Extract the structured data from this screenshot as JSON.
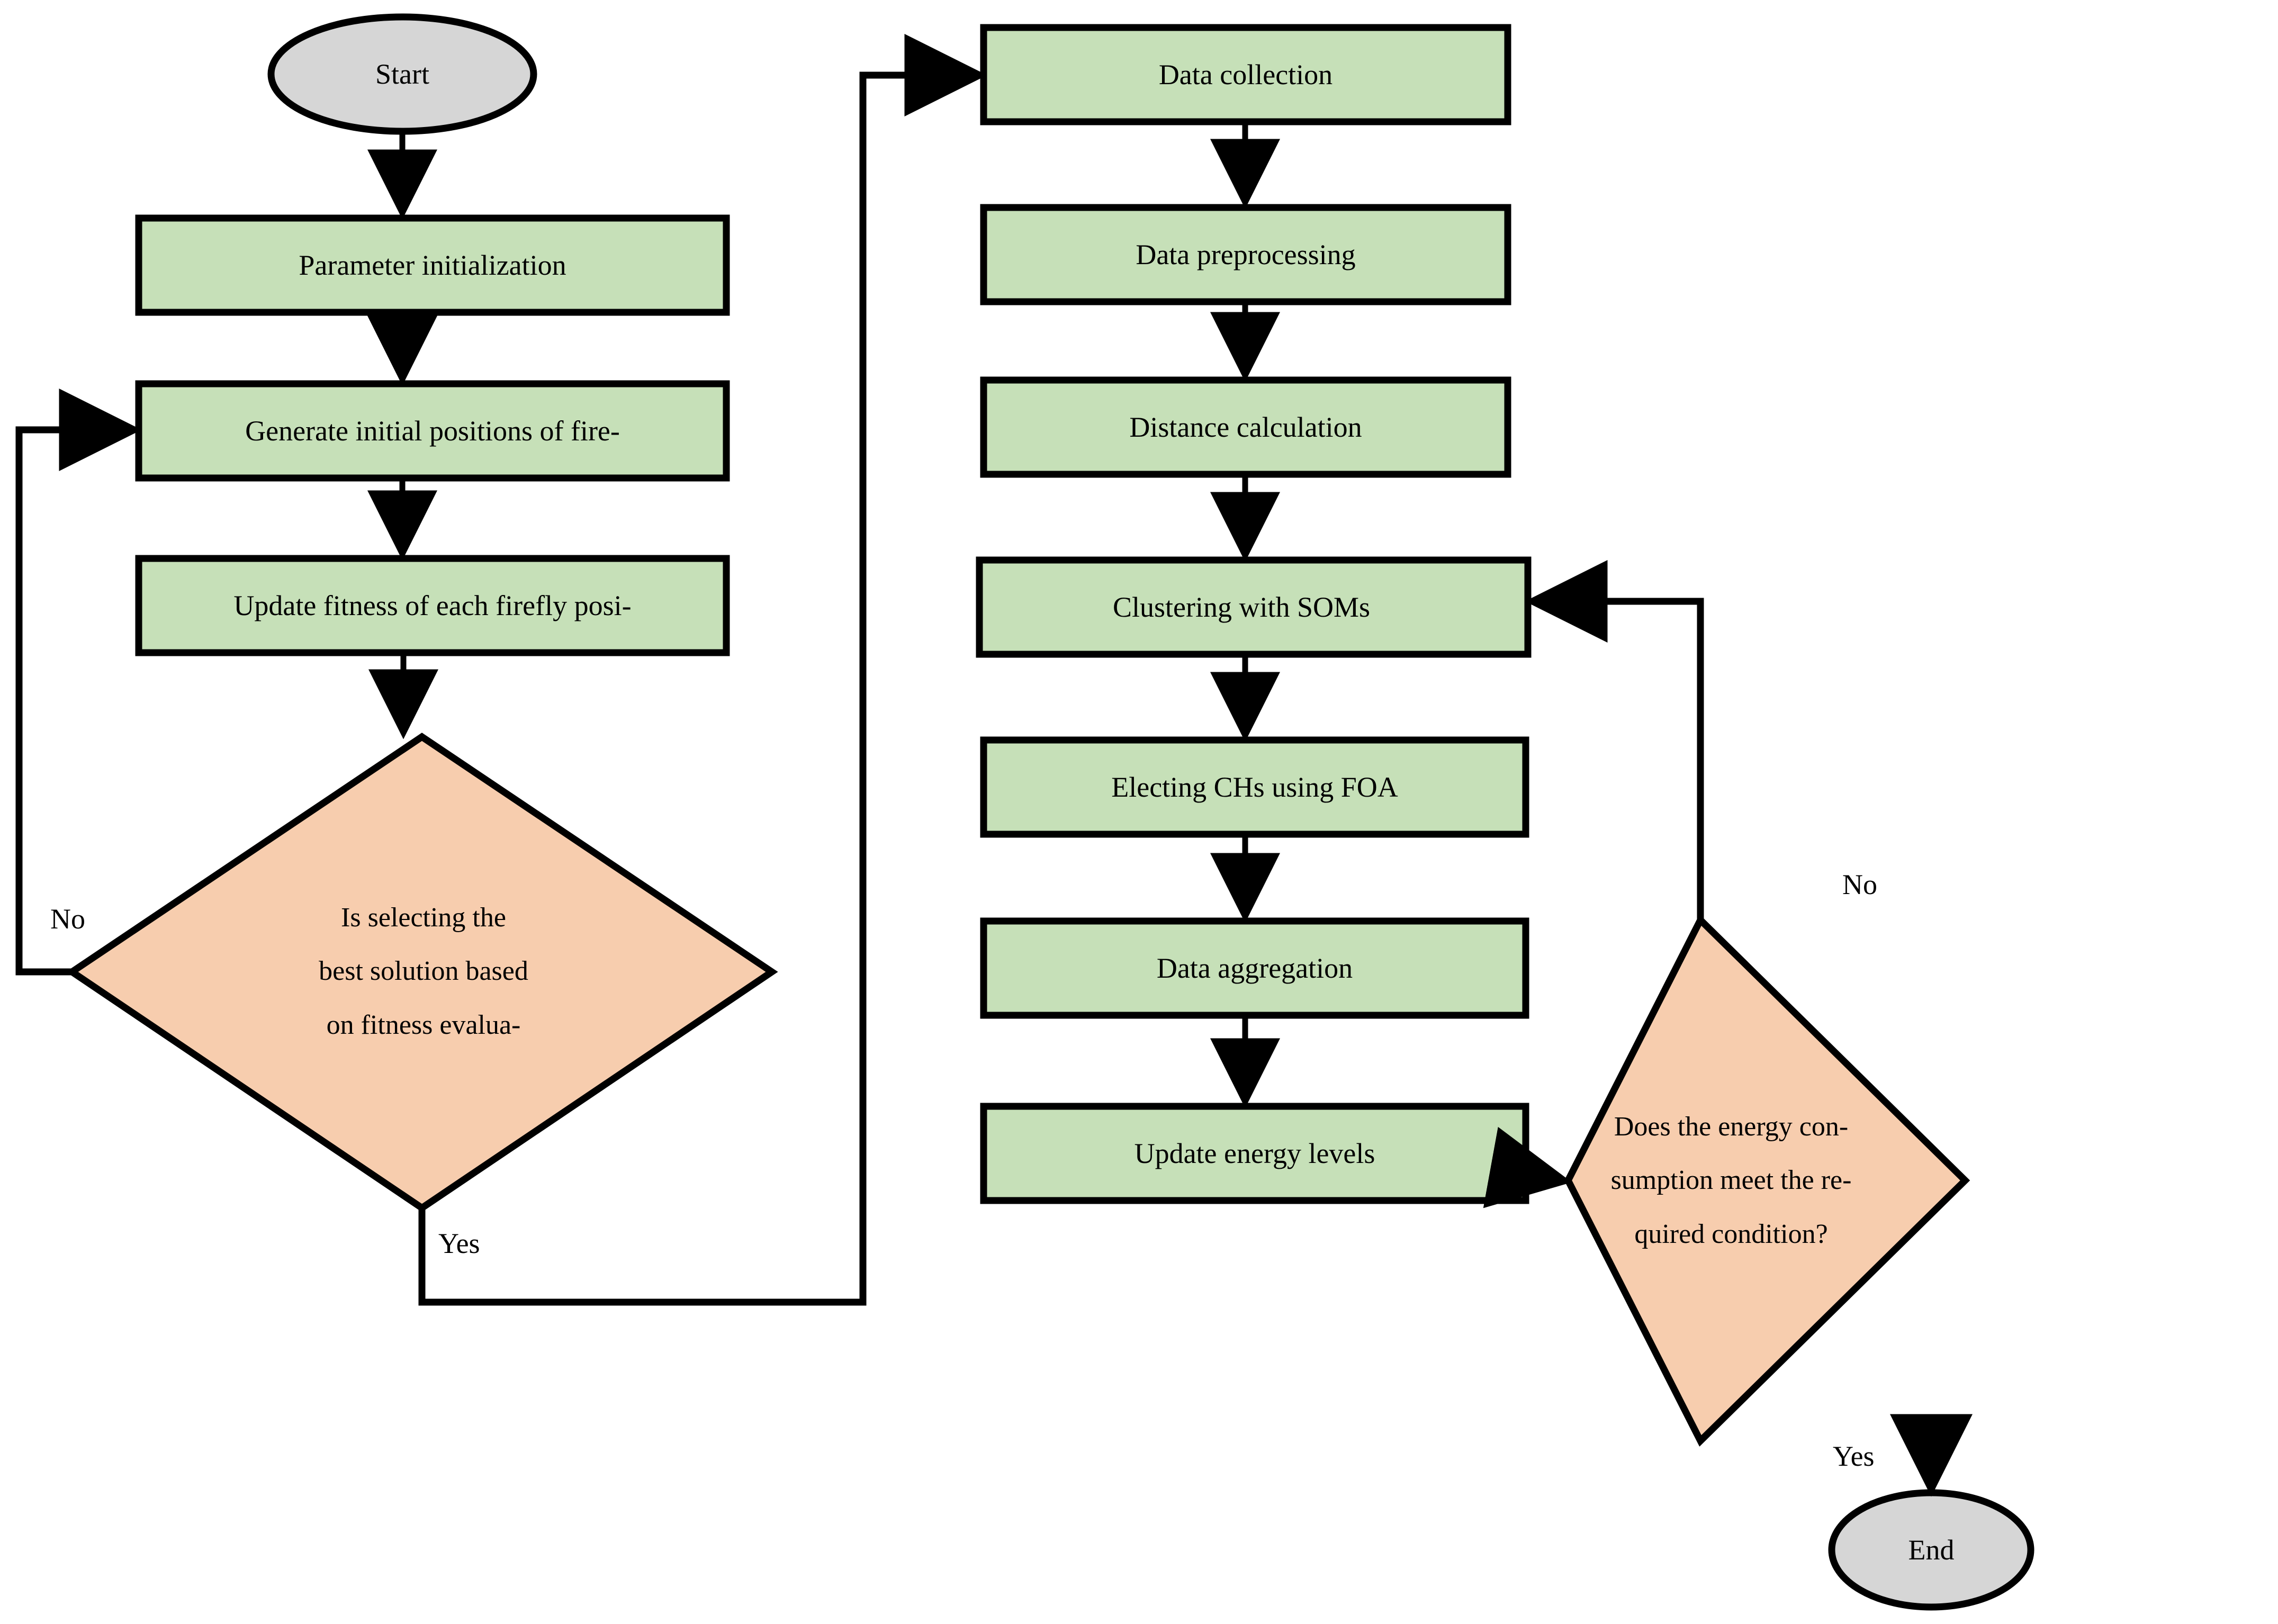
{
  "diagram": {
    "title": "Firefly Optimization Algorithm with SOM clustering flowchart",
    "colors": {
      "process_fill": "#c6e0b8",
      "decision_fill": "#f7cdae",
      "terminator_fill": "#d6d6d6",
      "stroke": "#000000",
      "background": "#ffffff",
      "text": "#000000"
    },
    "nodes": [
      {
        "id": "start",
        "type": "terminator",
        "shape": "ellipse",
        "fill": "#d6d6d6",
        "lines": [
          "Start"
        ]
      },
      {
        "id": "param_init",
        "type": "process",
        "shape": "rect",
        "fill": "#c6e0b8",
        "lines": [
          "Parameter initialization"
        ]
      },
      {
        "id": "gen_pos",
        "type": "process",
        "shape": "rect",
        "fill": "#c6e0b8",
        "lines": [
          "Generate initial positions of fire-"
        ]
      },
      {
        "id": "update_fit",
        "type": "process",
        "shape": "rect",
        "fill": "#c6e0b8",
        "lines": [
          "Update fitness of each firefly posi-"
        ]
      },
      {
        "id": "decision_fit",
        "type": "decision",
        "shape": "diamond",
        "fill": "#f7cdae",
        "lines": [
          "Is selecting the",
          "best solution based",
          "on fitness evalua-"
        ]
      },
      {
        "id": "data_coll",
        "type": "process",
        "shape": "rect",
        "fill": "#c6e0b8",
        "lines": [
          "Data collection"
        ]
      },
      {
        "id": "data_prep",
        "type": "process",
        "shape": "rect",
        "fill": "#c6e0b8",
        "lines": [
          "Data preprocessing"
        ]
      },
      {
        "id": "dist_calc",
        "type": "process",
        "shape": "rect",
        "fill": "#c6e0b8",
        "lines": [
          "Distance calculation"
        ]
      },
      {
        "id": "clustering",
        "type": "process",
        "shape": "rect",
        "fill": "#c6e0b8",
        "lines": [
          "Clustering with SOMs"
        ]
      },
      {
        "id": "elect_chs",
        "type": "process",
        "shape": "rect",
        "fill": "#c6e0b8",
        "lines": [
          "Electing CHs using FOA"
        ]
      },
      {
        "id": "data_agg",
        "type": "process",
        "shape": "rect",
        "fill": "#c6e0b8",
        "lines": [
          "Data aggregation"
        ]
      },
      {
        "id": "update_energy",
        "type": "process",
        "shape": "rect",
        "fill": "#c6e0b8",
        "lines": [
          "Update energy levels"
        ]
      },
      {
        "id": "decision_eng",
        "type": "decision",
        "shape": "diamond",
        "fill": "#f7cdae",
        "lines": [
          "Does the energy con-",
          "sumption meet the re-",
          "quired condition?"
        ]
      },
      {
        "id": "end",
        "type": "terminator",
        "shape": "ellipse",
        "fill": "#d6d6d6",
        "lines": [
          "End"
        ]
      }
    ],
    "edge_labels": [
      {
        "id": "fit_no",
        "text": "No"
      },
      {
        "id": "fit_yes",
        "text": "Yes"
      },
      {
        "id": "eng_no",
        "text": "No"
      },
      {
        "id": "eng_yes",
        "text": "Yes"
      }
    ],
    "edges": [
      {
        "from": "start",
        "to": "param_init",
        "label": ""
      },
      {
        "from": "param_init",
        "to": "gen_pos",
        "label": ""
      },
      {
        "from": "gen_pos",
        "to": "update_fit",
        "label": ""
      },
      {
        "from": "update_fit",
        "to": "decision_fit",
        "label": ""
      },
      {
        "from": "decision_fit",
        "to": "gen_pos",
        "label": "No"
      },
      {
        "from": "decision_fit",
        "to": "data_coll",
        "label": "Yes"
      },
      {
        "from": "data_coll",
        "to": "data_prep",
        "label": ""
      },
      {
        "from": "data_prep",
        "to": "dist_calc",
        "label": ""
      },
      {
        "from": "dist_calc",
        "to": "clustering",
        "label": ""
      },
      {
        "from": "clustering",
        "to": "elect_chs",
        "label": ""
      },
      {
        "from": "elect_chs",
        "to": "data_agg",
        "label": ""
      },
      {
        "from": "data_agg",
        "to": "update_energy",
        "label": ""
      },
      {
        "from": "update_energy",
        "to": "decision_eng",
        "label": ""
      },
      {
        "from": "decision_eng",
        "to": "clustering",
        "label": "No"
      },
      {
        "from": "decision_eng",
        "to": "end",
        "label": "Yes"
      }
    ]
  }
}
